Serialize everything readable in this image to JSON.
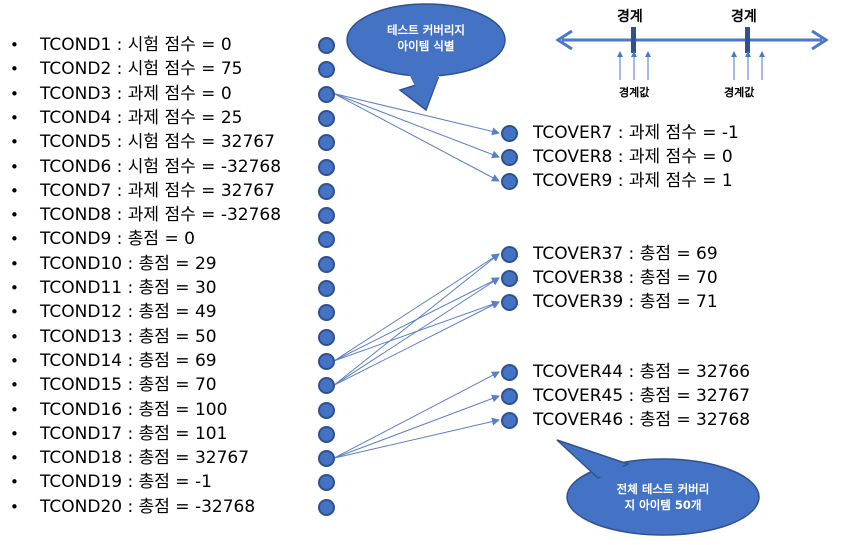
{
  "tconds": [
    "TCOND1 : 시험 점수 = 0",
    "TCOND2 : 시험 점수 = 75",
    "TCOND3 : 과제 점수 = 0",
    "TCOND4 : 과제 점수 = 25",
    "TCOND5 : 시험 점수 = 32767",
    "TCOND6 : 시험 점수 = -32768",
    "TCOND7 : 과제 점수 = 32767",
    "TCOND8 : 과제 점수 = -32768",
    "TCOND9 : 총점 = 0",
    "TCOND10 : 총점 = 29",
    "TCOND11 : 총점 = 30",
    "TCOND12 : 총점 = 49",
    "TCOND13 : 총점 = 50",
    "TCOND14 : 총점 = 69",
    "TCOND15 : 총점 = 70",
    "TCOND16 : 총점 = 100",
    "TCOND17 : 총점 = 101",
    "TCOND18 : 총점 = 32767",
    "TCOND19 : 총점 = -1",
    "TCOND20 : 총점 = -32768"
  ],
  "bullet_char": "•",
  "tcovers": [
    "TCOVER7 : 과제 점수 = -1",
    "TCOVER8 : 과제 점수 = 0",
    "TCOVER9 : 과제 점수 = 1",
    "TCOVER37 : 총점 = 69",
    "TCOVER38 : 총점 = 70",
    "TCOVER39 : 총점 = 71",
    "TCOVER44 : 총점 = 32766",
    "TCOVER45 : 총점 = 32767",
    "TCOVER46 : 총점 = 32768"
  ],
  "links": [
    {
      "from": 3,
      "to": 0
    },
    {
      "from": 3,
      "to": 1
    },
    {
      "from": 3,
      "to": 2
    },
    {
      "from": 14,
      "to": 3
    },
    {
      "from": 14,
      "to": 4
    },
    {
      "from": 14,
      "to": 5
    },
    {
      "from": 15,
      "to": 3
    },
    {
      "from": 15,
      "to": 4
    },
    {
      "from": 15,
      "to": 5
    },
    {
      "from": 18,
      "to": 6
    },
    {
      "from": 18,
      "to": 7
    },
    {
      "from": 18,
      "to": 8
    }
  ],
  "callout_top": {
    "line1": "테스트 커버리지",
    "line2": "아이템 식별"
  },
  "callout_bottom": {
    "line1": "전체 테스트 커버리",
    "line2": "지 아이템 50개"
  },
  "boundary": {
    "label": "경계",
    "value_label": "경계값"
  },
  "colors": {
    "node_fill": "#4472c4",
    "node_stroke": "#2f528f",
    "line": "#5b7fc4",
    "bubble": "#4472c4",
    "axis": "#4a78c8"
  }
}
